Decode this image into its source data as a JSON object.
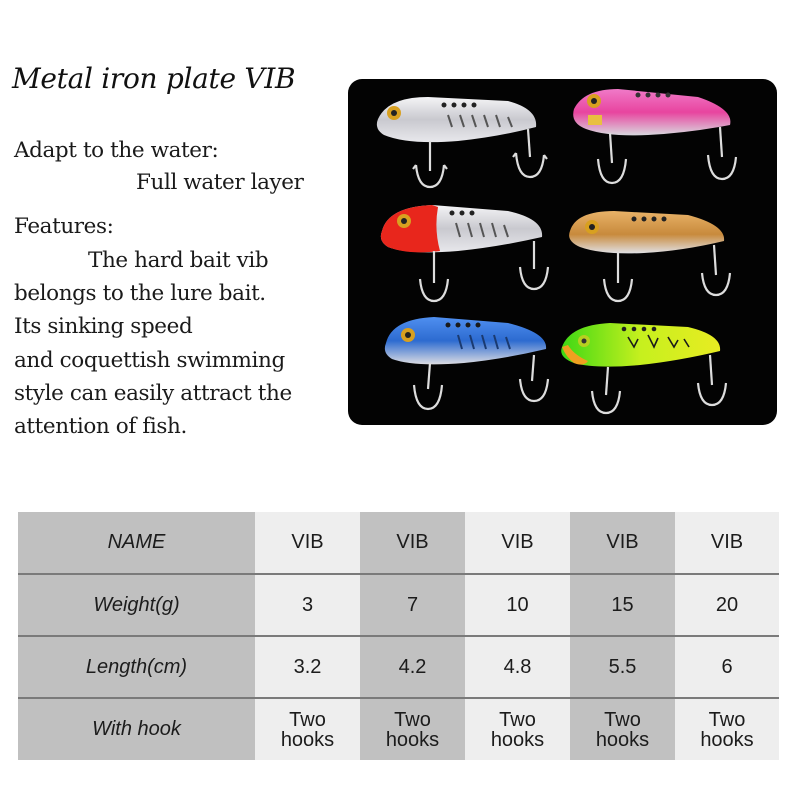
{
  "heading": {
    "title": "Metal iron plate VIB"
  },
  "description": {
    "water_label": "Adapt to the water:",
    "water_value": "Full water layer",
    "features_label": "Features:",
    "features_lines": [
      "The hard bait vib",
      "belongs to the lure bait.",
      "Its sinking speed",
      "and coquettish swimming",
      "style can easily attract the",
      "attention of fish."
    ]
  },
  "product_photo": {
    "background": "#030303",
    "lures": [
      {
        "name": "silver",
        "body_color": "#d8d8dc",
        "head_color": "#e6e6ea"
      },
      {
        "name": "pink",
        "body_color": "#f055b8",
        "head_color": "#f070c4"
      },
      {
        "name": "red-head-silver",
        "body_color": "#d9d9de",
        "head_color": "#e8261c"
      },
      {
        "name": "gold",
        "body_color": "#d9a45a",
        "head_color": "#e0b070"
      },
      {
        "name": "blue",
        "body_color": "#3a7ee0",
        "head_color": "#5a96ea"
      },
      {
        "name": "firetiger-green",
        "body_color": "#c8f020",
        "head_color": "#46e014"
      }
    ]
  },
  "spec_table": {
    "row_labels": [
      "NAME",
      "Weight(g)",
      "Length(cm)",
      "With hook"
    ],
    "rows": [
      [
        "VIB",
        "VIB",
        "VIB",
        "VIB",
        "VIB"
      ],
      [
        "3",
        "7",
        "10",
        "15",
        "20"
      ],
      [
        "3.2",
        "4.2",
        "4.8",
        "5.5",
        "6"
      ],
      [
        [
          "Two",
          "hooks"
        ],
        [
          "Two",
          "hooks"
        ],
        [
          "Two",
          "hooks"
        ],
        [
          "Two",
          "hooks"
        ],
        [
          "Two",
          "hooks"
        ]
      ]
    ]
  }
}
